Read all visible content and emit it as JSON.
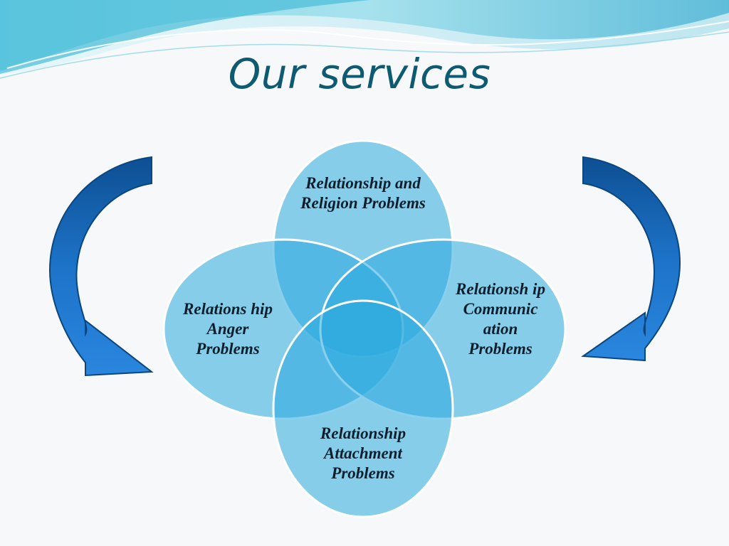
{
  "title": "Our services",
  "services": [
    {
      "label": "Relationship and Religion Problems",
      "position": "top"
    },
    {
      "label": "Relations hip Anger Problems",
      "position": "left"
    },
    {
      "label": "Relationsh ip Communic ation Problems",
      "position": "right"
    },
    {
      "label": "Relationship Attachment Problems",
      "position": "bottom"
    }
  ],
  "colors": {
    "title": "#0e5a70",
    "ellipse_fill": "#29a9de",
    "ellipse_stroke": "#ffffff",
    "arrow": "#1f6fc2",
    "arrow_dark": "#0c4a8c",
    "wave_light": "#bfe9f1",
    "wave_dark": "#5cc7dc"
  },
  "decorations": {
    "left_arrow": "curved-arrow-down-right",
    "right_arrow": "curved-arrow-down-left"
  }
}
